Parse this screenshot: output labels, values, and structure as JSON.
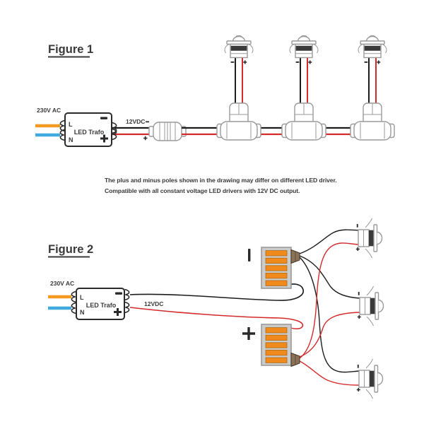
{
  "figure1": {
    "title": "Figure 1",
    "input_voltage": "230V AC",
    "output_voltage": "12VDC",
    "trafo_label": "LED Trafo",
    "terminal_live": "L",
    "terminal_neutral": "N",
    "lights_count": 3
  },
  "figure2": {
    "title": "Figure 2",
    "input_voltage": "230V AC",
    "output_voltage": "12VDC",
    "trafo_label": "LED Trafo",
    "terminal_live": "L",
    "terminal_neutral": "N",
    "lights_count": 3
  },
  "note": {
    "line1": "The plus and minus poles shown in the drawing may differ on different LED driver.",
    "line2": "Compatible with all constant voltage LED drivers with 12V DC output."
  },
  "symbols": {
    "minus": "−",
    "plus": "+"
  },
  "colors": {
    "text": "#3A3A3A",
    "live_wire": "#F59B22",
    "neutral_wire": "#3FA9E0",
    "positive_wire": "#D42A2A",
    "negative_wire": "#1C1C1C",
    "outline": "#9A9A9A",
    "dark_outline": "#2A2A2A",
    "block_fill": "#CBCBCB",
    "slot_fill": "#F08A1D",
    "wedge_fill": "#8A7358"
  }
}
